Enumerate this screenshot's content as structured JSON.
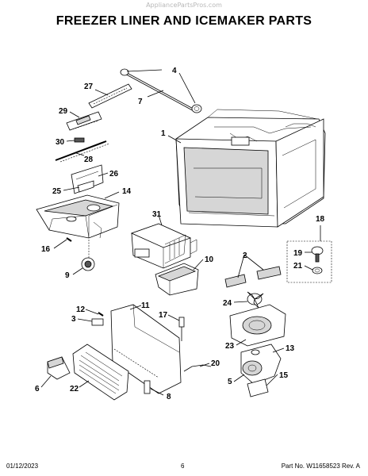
{
  "watermark": "AppliancePartsPros.com",
  "title": "FREEZER LINER AND ICEMAKER PARTS",
  "footer": {
    "date": "01/12/2023",
    "page": "6",
    "part_no": "Part No. W11658523  Rev. A"
  },
  "callouts": [
    "1",
    "2",
    "3",
    "4",
    "5",
    "6",
    "7",
    "8",
    "9",
    "10",
    "11",
    "12",
    "13",
    "14",
    "15",
    "16",
    "17",
    "18",
    "19",
    "20",
    "21",
    "22",
    "23",
    "24",
    "25",
    "26",
    "27",
    "28",
    "29",
    "30",
    "31"
  ]
}
